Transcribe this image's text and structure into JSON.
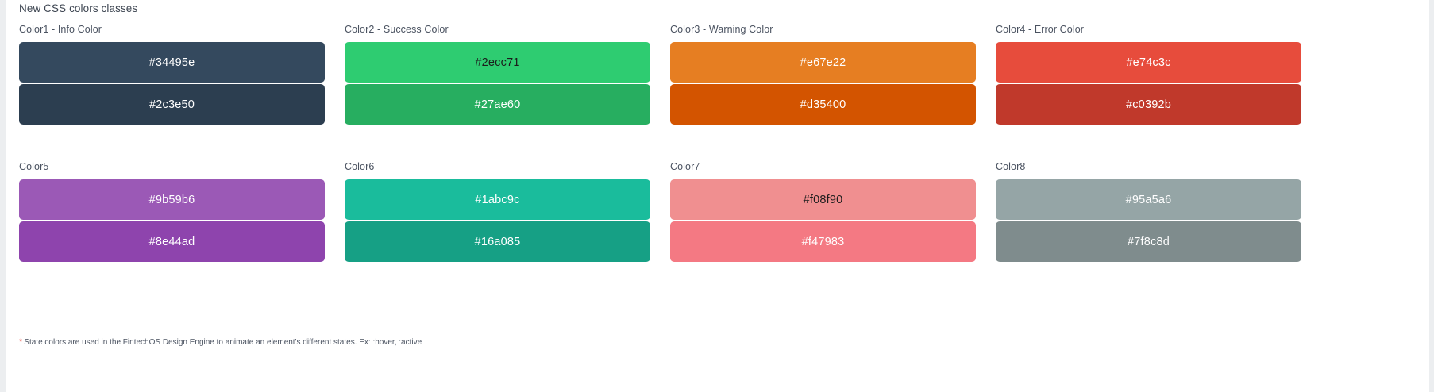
{
  "page": {
    "title": "New CSS colors classes",
    "background": "#eceef0",
    "card_background": "#ffffff"
  },
  "footnote": {
    "marker": "*",
    "marker_color": "#f0726a",
    "text": "State colors are used in the FintechOS Design Engine to animate an element's different states. Ex: :hover, :active"
  },
  "rows": [
    {
      "groups": [
        {
          "label": "Color1 - Info Color",
          "swatches": [
            {
              "value": "#34495e",
              "bg": "#34495e",
              "fg": "#ffffff"
            },
            {
              "value": "#2c3e50",
              "bg": "#2c3e50",
              "fg": "#ffffff"
            }
          ]
        },
        {
          "label": "Color2 - Success Color",
          "swatches": [
            {
              "value": "#2ecc71",
              "bg": "#2ecc71",
              "fg": "#1c1c1c"
            },
            {
              "value": "#27ae60",
              "bg": "#27ae60",
              "fg": "#ffffff"
            }
          ]
        },
        {
          "label": "Color3 - Warning Color",
          "swatches": [
            {
              "value": "#e67e22",
              "bg": "#e67e22",
              "fg": "#ffffff"
            },
            {
              "value": "#d35400",
              "bg": "#d35400",
              "fg": "#ffffff"
            }
          ]
        },
        {
          "label": "Color4 - Error Color",
          "swatches": [
            {
              "value": "#e74c3c",
              "bg": "#e74c3c",
              "fg": "#ffffff"
            },
            {
              "value": "#c0392b",
              "bg": "#c0392b",
              "fg": "#ffffff"
            }
          ]
        }
      ]
    },
    {
      "groups": [
        {
          "label": "Color5",
          "swatches": [
            {
              "value": "#9b59b6",
              "bg": "#9b59b6",
              "fg": "#ffffff"
            },
            {
              "value": "#8e44ad",
              "bg": "#8e44ad",
              "fg": "#ffffff"
            }
          ]
        },
        {
          "label": "Color6",
          "swatches": [
            {
              "value": "#1abc9c",
              "bg": "#1abc9c",
              "fg": "#ffffff"
            },
            {
              "value": "#16a085",
              "bg": "#16a085",
              "fg": "#ffffff"
            }
          ]
        },
        {
          "label": "Color7",
          "swatches": [
            {
              "value": "#f08f90",
              "bg": "#f08f90",
              "fg": "#1c1c1c"
            },
            {
              "value": "#f47983",
              "bg": "#f47983",
              "fg": "#ffffff"
            }
          ]
        },
        {
          "label": "Color8",
          "swatches": [
            {
              "value": "#95a5a6",
              "bg": "#95a5a6",
              "fg": "#ffffff"
            },
            {
              "value": "#7f8c8d",
              "bg": "#7f8c8d",
              "fg": "#ffffff"
            }
          ]
        }
      ]
    }
  ]
}
